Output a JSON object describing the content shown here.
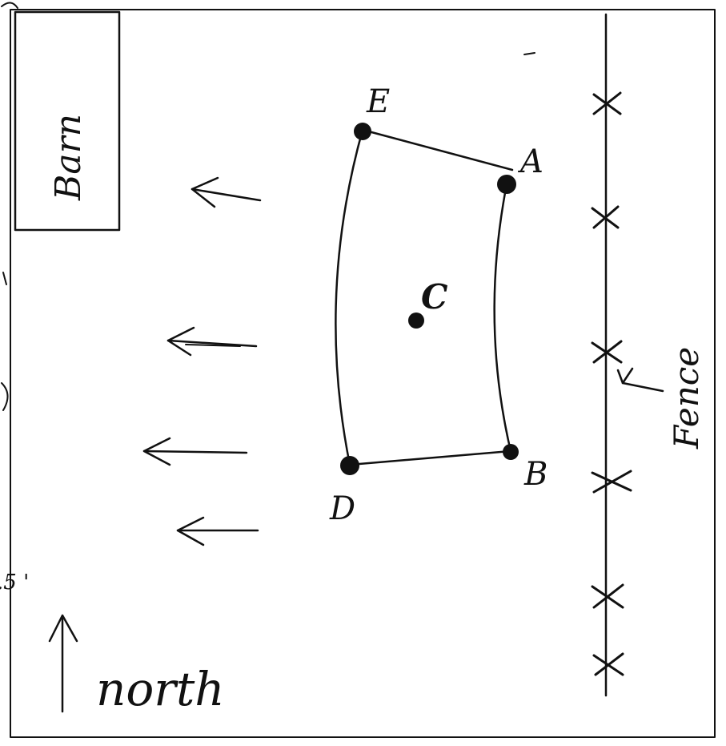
{
  "labels": {
    "barn": "Barn",
    "point_e": "E",
    "point_a": "A",
    "point_b": "B",
    "point_d": "D",
    "point_c": "C",
    "fence": "Fence",
    "north": "north",
    "margin_measure": ".5 '"
  },
  "points": [
    "E",
    "A",
    "B",
    "D"
  ],
  "arrows": {
    "direction": "west",
    "count": 4
  },
  "fence": {
    "post_count": 6
  }
}
